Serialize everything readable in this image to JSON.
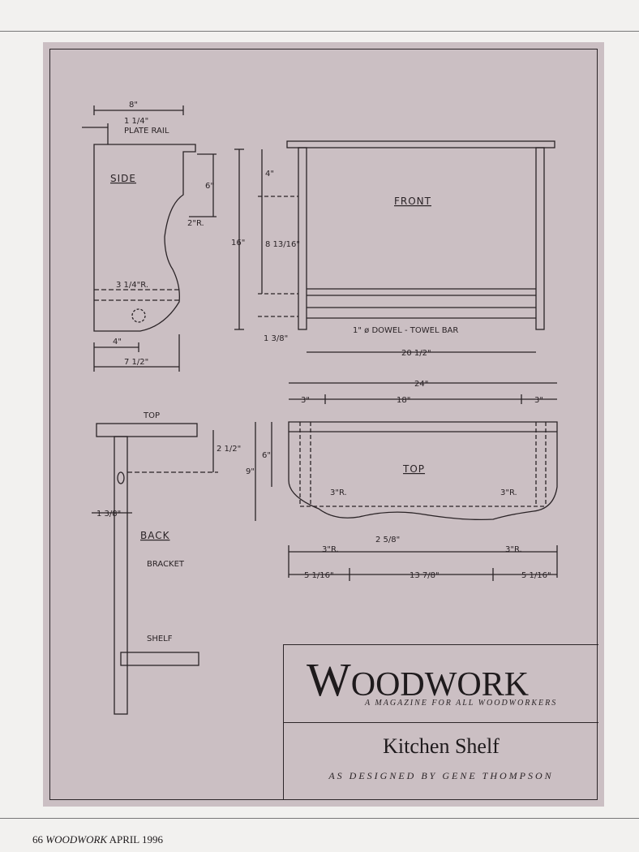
{
  "drawing": {
    "side": {
      "title": "SIDE",
      "dim_width": "8\"",
      "dim_rail": "1 1/4\"",
      "label_rail": "PLATE RAIL",
      "dim_top": "6\"",
      "dim_radius_2": "2\"R.",
      "dim_radius_3": "3 1/4\"R.",
      "dim_4": "4\"",
      "dim_7": "7 1/2\""
    },
    "front": {
      "title": "FRONT",
      "dim_16": "16\"",
      "dim_4": "4\"",
      "dim_8": "8 13/16\"",
      "dim_13": "1 3/8\"",
      "label_dowel": "1\" ø DOWEL - TOWEL BAR",
      "dim_20": "20 1/2\""
    },
    "back": {
      "title": "BACK",
      "label_top": "TOP",
      "dim_25": "2 1/2\"",
      "dim_138": "1 3/8\"",
      "label_bracket": "BRACKET",
      "label_shelf": "SHELF"
    },
    "top": {
      "title": "TOP",
      "dim_24": "24\"",
      "dim_3a": "3\"",
      "dim_18": "18\"",
      "dim_3b": "3\"",
      "dim_9": "9\"",
      "dim_6": "6\"",
      "dim_r3a": "3\"R.",
      "dim_r3b": "3\"R.",
      "dim_258": "2 5/8\"",
      "dim_r3c": "3\"R.",
      "dim_r3d": "3\"R.",
      "dim_516a": "5 1/16\"",
      "dim_1378": "13 7/8\"",
      "dim_516b": "5 1/16\""
    }
  },
  "titleblock": {
    "masthead_first": "W",
    "masthead_rest": "OODWORK",
    "tagline": "A MAGAZINE FOR ALL WOODWORKERS",
    "project": "Kitchen Shelf",
    "designer": "AS DESIGNED BY GENE THOMPSON"
  },
  "footer": {
    "page_number": "66",
    "magazine": "WOODWORK",
    "issue": "APRIL 1996"
  }
}
